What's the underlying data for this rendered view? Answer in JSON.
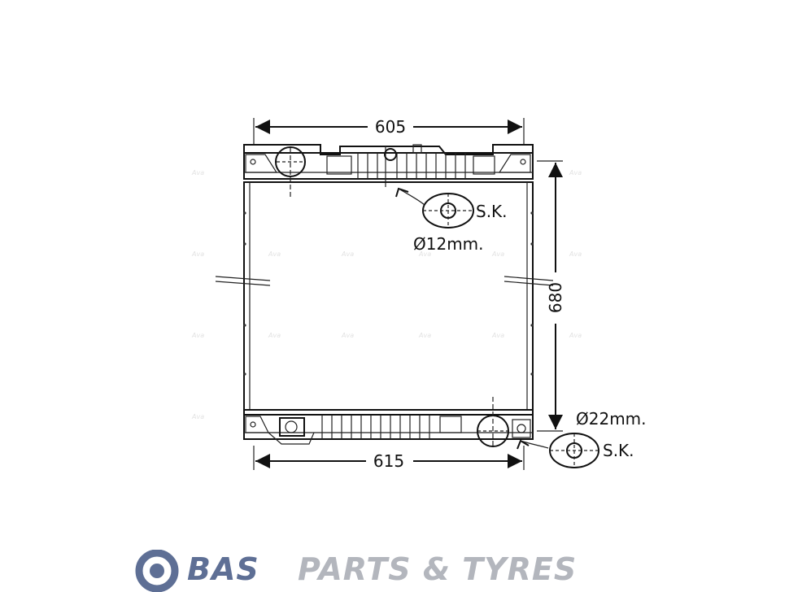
{
  "drawing": {
    "width_top": "605",
    "width_bottom": "615",
    "height": "680",
    "inlet_diameter": "Ø12mm.",
    "outlet_diameter": "Ø22mm.",
    "connection_label_top": "S.K.",
    "connection_label_bottom": "S.K."
  },
  "logo": {
    "brand": "BAS",
    "tagline": "PARTS & TYRES",
    "colors": {
      "brand": "#5e6f95",
      "tagline": "#b3b6bd"
    }
  }
}
